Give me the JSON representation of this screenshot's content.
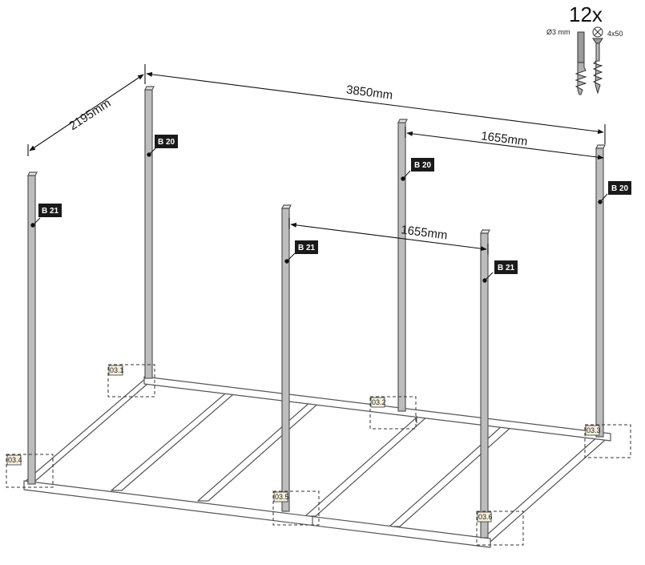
{
  "hardware": {
    "quantity": "12x",
    "drill_label": "Ø3 mm",
    "screw_label": "4x50",
    "screw_icon": "screw-icon",
    "drill_icon": "drill-bit-icon"
  },
  "dimensions": {
    "depth": "2195mm",
    "length": "3850mm",
    "span_back": "1655mm",
    "span_front": "1655mm"
  },
  "post_tags": [
    "B 21",
    "B 20",
    "B 21",
    "B 20",
    "B 21",
    "B 20"
  ],
  "detail_labels": [
    "03.1",
    "03.2",
    "03.3",
    "03.4",
    "03.5",
    "03.6"
  ],
  "colors": {
    "frame_stroke": "#555555",
    "frame_fill": "#ffffff",
    "post_fill": "#bdbdbd",
    "tag_bg": "#1a1a1a",
    "detail_stroke": "#333333"
  }
}
